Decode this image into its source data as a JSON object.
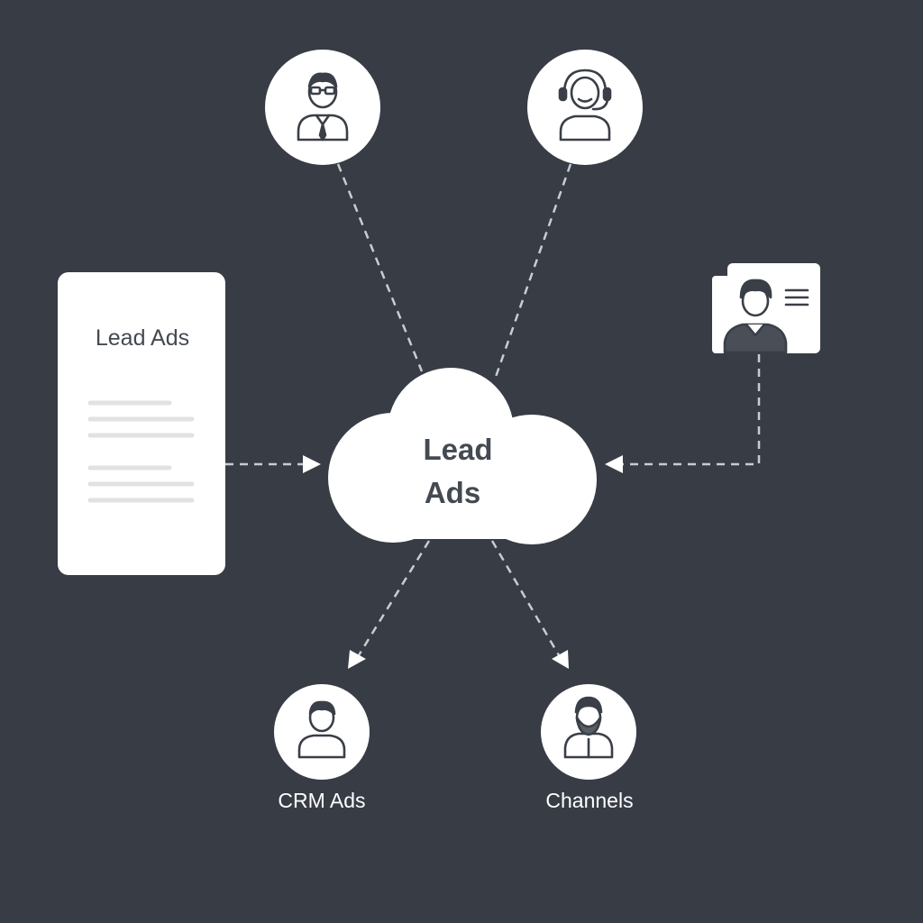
{
  "colors": {
    "background": "#373c45",
    "node_fill": "#ffffff",
    "connector": "#c9ccd1",
    "icon_stroke": "#3a3f47",
    "card_lines": "#e0e0e0",
    "label_dark": "#444a52",
    "label_light": "#ffffff"
  },
  "source_card": {
    "title": "Lead Ads"
  },
  "hub": {
    "line1": "Lead",
    "line2": "Ads"
  },
  "nodes": {
    "top_left": {
      "icon": "businessman-glasses-icon"
    },
    "top_right": {
      "icon": "support-agent-headset-icon"
    },
    "profile_card": {
      "icon": "profile-card-icon"
    },
    "bottom_left": {
      "icon": "person-icon",
      "label": "CRM Ads"
    },
    "bottom_right": {
      "icon": "bearded-person-icon",
      "label": "Channels"
    }
  }
}
